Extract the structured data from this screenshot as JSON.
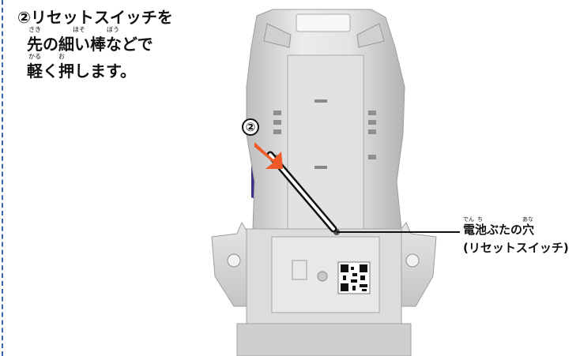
{
  "step": {
    "line1": "②リセットスイッチを",
    "line2": "先の細い棒などで",
    "line2_ruby": [
      "さき",
      "ほそ",
      "ぼう"
    ],
    "line3": "軽く押します。",
    "line3_ruby": [
      "かる",
      "お"
    ]
  },
  "marker_label": "②",
  "callout": {
    "line1": "電池ぶたの穴",
    "line1_ruby": [
      "でん",
      "ち",
      "あな"
    ],
    "line2": "(リセットスイッチ)"
  },
  "qr_code": "qr-code",
  "colors": {
    "dashed_rule": "#3b63b5",
    "arrow": "#ef5a28",
    "device_light": "#e9e9e9",
    "device_mid": "#c9c9c9",
    "device_dark": "#9a9a9a",
    "accent_purple": "#3a2f86"
  }
}
